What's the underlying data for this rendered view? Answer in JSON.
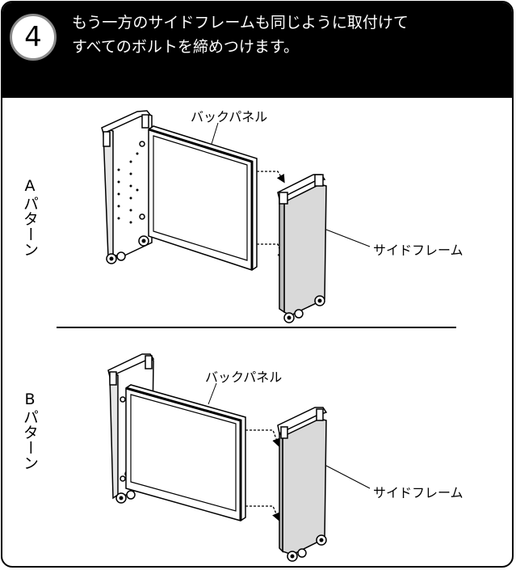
{
  "step": {
    "number": "4",
    "instruction_line1": "もう一方のサイドフレームも同じように取付けて",
    "instruction_line2": "すべてのボルトを締めつけます。"
  },
  "pattern_a": {
    "letter": "A",
    "label": "パターン",
    "back_panel": "バックパネル",
    "side_frame": "サイドフレーム"
  },
  "pattern_b": {
    "letter": "B",
    "label": "パターン",
    "back_panel": "バックパネル",
    "side_frame": "サイドフレーム"
  },
  "colors": {
    "header": "#000000",
    "frame_fill": "#d9d9d9",
    "line": "#000000"
  }
}
